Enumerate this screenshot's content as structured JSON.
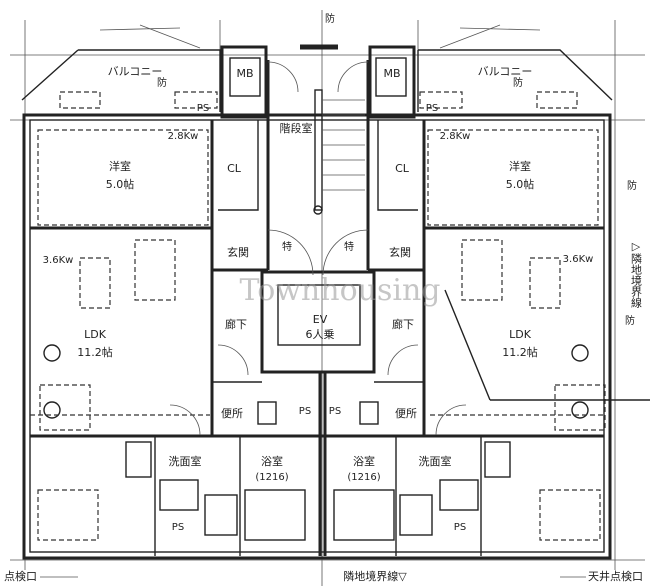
{
  "watermark": "Townhousing",
  "rooms": {
    "balcony_left": "バルコニー",
    "balcony_right": "バルコニー",
    "mb_left": "MB",
    "mb_right": "MB",
    "stairwell": "階段室",
    "aircon_left_bed": "2.8Kw",
    "aircon_right_bed": "2.8Kw",
    "bedroom_left": {
      "name": "洋室",
      "size": "5.0帖"
    },
    "bedroom_right": {
      "name": "洋室",
      "size": "5.0帖"
    },
    "closet_left": "CL",
    "closet_right": "CL",
    "entrance_left": "玄関",
    "entrance_right": "玄関",
    "special_left": "特",
    "special_right": "特",
    "aircon_left_ldk": "3.6Kw",
    "aircon_right_ldk": "3.6Kw",
    "elevator": {
      "name": "EV",
      "capacity": "6人乗"
    },
    "hall_left": "廊下",
    "hall_right": "廊下",
    "ldk_left": {
      "name": "LDK",
      "size": "11.2帖"
    },
    "ldk_right": {
      "name": "LDK",
      "size": "11.2帖"
    },
    "toilet_left": "便所",
    "toilet_right": "便所",
    "ps_center_left": "PS",
    "ps_center_right": "PS",
    "ps_top_left": "PS",
    "ps_top_right": "PS",
    "washroom_left": "洗面室",
    "washroom_right": "洗面室",
    "bath_left": {
      "name": "浴室",
      "size": "(1216)"
    },
    "bath_right": {
      "name": "浴室",
      "size": "(1216)"
    },
    "ps_bottom_left": "PS",
    "ps_bottom_right": "PS"
  },
  "annotations": {
    "fire_symbol": "防",
    "ceiling_hatch_left": "点検口",
    "ceiling_hatch_right": "天井点検口",
    "boundary_bottom": "隣地境界線▽",
    "boundary_right": "▷隣地境界線"
  }
}
